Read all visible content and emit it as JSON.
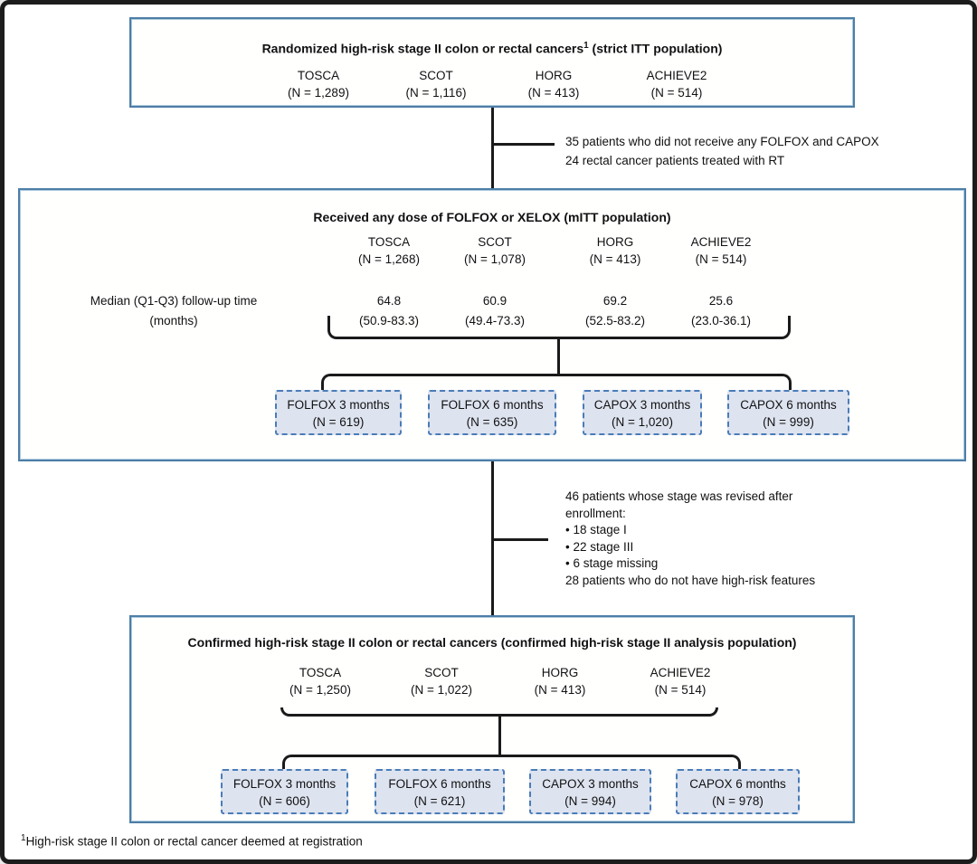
{
  "colors": {
    "outer_border": "#1c1c1c",
    "population_box_border": "#4d7ea7",
    "arm_box_fill": "#dde3ef",
    "arm_box_border": "#4a7cb8",
    "connector_line": "#1a1a1a"
  },
  "top_box": {
    "title_main": "Randomized high-risk stage II colon or rectal cancers",
    "title_sup": "1",
    "title_rest": " (strict ITT population)",
    "trials": [
      {
        "name": "TOSCA",
        "n": "(N = 1,289)"
      },
      {
        "name": "SCOT",
        "n": "(N = 1,116)"
      },
      {
        "name": "HORG",
        "n": "(N = 413)"
      },
      {
        "name": "ACHIEVE2",
        "n": "(N = 514)"
      }
    ]
  },
  "exclusion_1": {
    "line1": "35 patients who did not receive any FOLFOX and CAPOX",
    "line2": "24 rectal cancer patients treated with RT"
  },
  "mitt_box": {
    "title": "Received any dose of FOLFOX or XELOX (mITT population)",
    "trials": [
      {
        "name": "TOSCA",
        "n": "(N = 1,268)"
      },
      {
        "name": "SCOT",
        "n": "(N = 1,078)"
      },
      {
        "name": "HORG",
        "n": "(N = 413)"
      },
      {
        "name": "ACHIEVE2",
        "n": "(N = 514)"
      }
    ],
    "followup_label_line1": "Median (Q1-Q3) follow-up time",
    "followup_label_line2": "(months)",
    "followup": [
      {
        "median": "64.8",
        "iqr": "(50.9-83.3)"
      },
      {
        "median": "60.9",
        "iqr": "(49.4-73.3)"
      },
      {
        "median": "69.2",
        "iqr": "(52.5-83.2)"
      },
      {
        "median": "25.6",
        "iqr": "(23.0-36.1)"
      }
    ],
    "arms": [
      {
        "label": "FOLFOX 3 months",
        "n": "(N = 619)"
      },
      {
        "label": "FOLFOX 6 months",
        "n": "(N = 635)"
      },
      {
        "label": "CAPOX 3 months",
        "n": "(N = 1,020)"
      },
      {
        "label": "CAPOX 6 months",
        "n": "(N = 999)"
      }
    ]
  },
  "exclusion_2": {
    "line1": "46 patients whose stage was revised after",
    "line2": "enrollment:",
    "bullet1": "• 18 stage I",
    "bullet2": "• 22 stage III",
    "bullet3": "• 6 stage missing",
    "last_line": "28 patients who do not have high-risk features"
  },
  "confirmed_box": {
    "title": "Confirmed high-risk stage II colon or rectal cancers (confirmed high-risk stage II analysis population)",
    "trials": [
      {
        "name": "TOSCA",
        "n": "(N = 1,250)"
      },
      {
        "name": "SCOT",
        "n": "(N = 1,022)"
      },
      {
        "name": "HORG",
        "n": "(N = 413)"
      },
      {
        "name": "ACHIEVE2",
        "n": "(N = 514)"
      }
    ],
    "arms": [
      {
        "label": "FOLFOX 3 months",
        "n": "(N = 606)"
      },
      {
        "label": "FOLFOX 6 months",
        "n": "(N = 621)"
      },
      {
        "label": "CAPOX 3 months",
        "n": "(N = 994)"
      },
      {
        "label": "CAPOX 6 months",
        "n": "(N = 978)"
      }
    ]
  },
  "footnote": {
    "sup": "1",
    "text": "High-risk stage II colon or rectal cancer deemed at registration"
  }
}
